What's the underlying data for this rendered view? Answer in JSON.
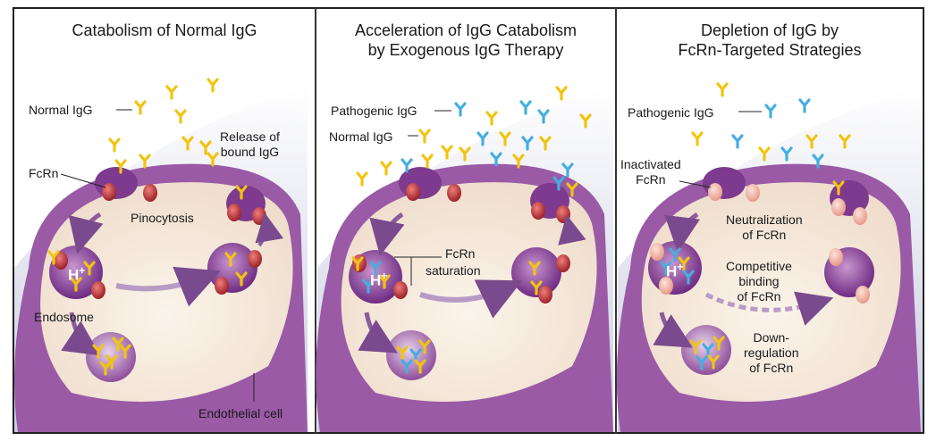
{
  "colors": {
    "membrane": "#9a5aa6",
    "cytoplasm": "#f7ece0",
    "extracellular": "#b5bfd8",
    "normal_igg": "#f2c40f",
    "pathogenic_igg": "#45aee0",
    "fcrn": "#b8383d",
    "inactivated_fcrn": "#f1b3a8",
    "endosome": "#8b3f97"
  },
  "panels": [
    {
      "title_line1": "Catabolism of Normal IgG",
      "title_line2": "",
      "labels": {
        "normal_igg": "Normal IgG",
        "release_line1": "Release of",
        "release_line2": "bound IgG",
        "fcrn": "FcRn",
        "pinocytosis": "Pinocytosis",
        "h_plus": "H",
        "endosome": "Endosome",
        "endothelial_cell": "Endothelial cell"
      }
    },
    {
      "title_line1": "Acceleration of IgG Catabolism",
      "title_line2": "by Exogenous IgG Therapy",
      "labels": {
        "pathogenic_igg": "Pathogenic IgG",
        "normal_igg": "Normal IgG",
        "fcrn": "FcRn",
        "saturation": "saturation",
        "h_plus": "H"
      }
    },
    {
      "title_line1": "Depletion of IgG by",
      "title_line2": "FcRn-Targeted Strategies",
      "labels": {
        "pathogenic_igg": "Pathogenic IgG",
        "inactivated_line1": "Inactivated",
        "inactivated_line2": "FcRn",
        "neutralization_line1": "Neutralization",
        "neutralization_line2": "of FcRn",
        "competitive_line1": "Competitive",
        "competitive_line2": "binding",
        "competitive_line3": "of FcRn",
        "down_line1": "Down-",
        "down_line2": "regulation",
        "down_line3": "of FcRn",
        "h_plus": "H"
      }
    }
  ]
}
